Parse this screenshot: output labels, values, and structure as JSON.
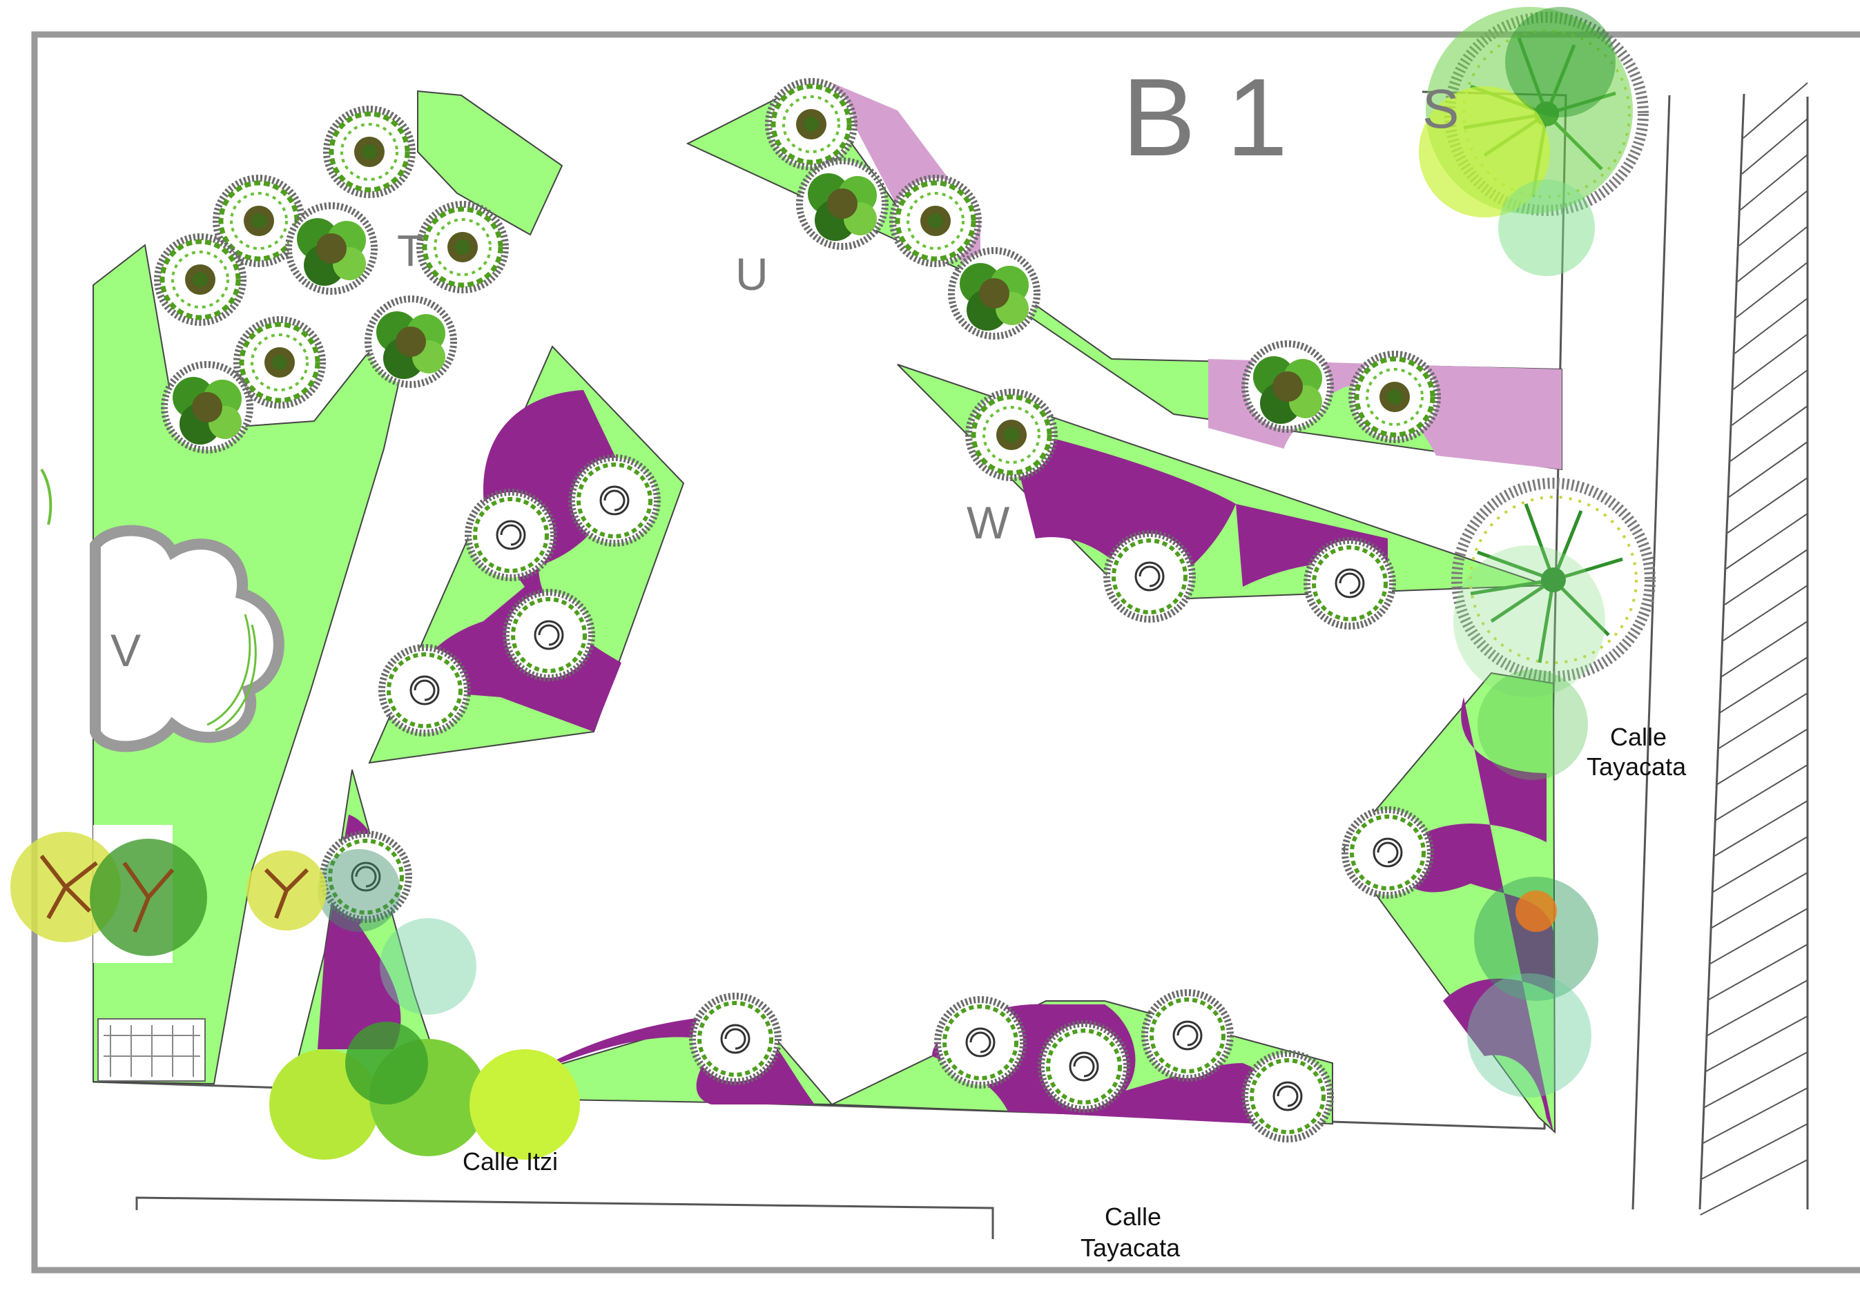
{
  "block_label": "B 1",
  "zone_labels": {
    "s": "S",
    "t": "T",
    "u": "U",
    "v": "V",
    "w": "W"
  },
  "streets": {
    "itzi": "Calle Itzi",
    "tayacata_east_line1": "Calle",
    "tayacata_east_line2": "Tayacata",
    "tayacata_south_line1": "Calle",
    "tayacata_south_line2": "Tayacata"
  },
  "colors": {
    "lawn": "#9efc7e",
    "planting_purple": "#92268f",
    "planting_pink": "#d5a0d0",
    "outline": "#9a9a9a",
    "tree_dark": "#6b4a1e",
    "foliage": "#3f9e2a"
  },
  "legend_icons": [
    "tree-icon",
    "shrub-icon",
    "palm-icon"
  ]
}
